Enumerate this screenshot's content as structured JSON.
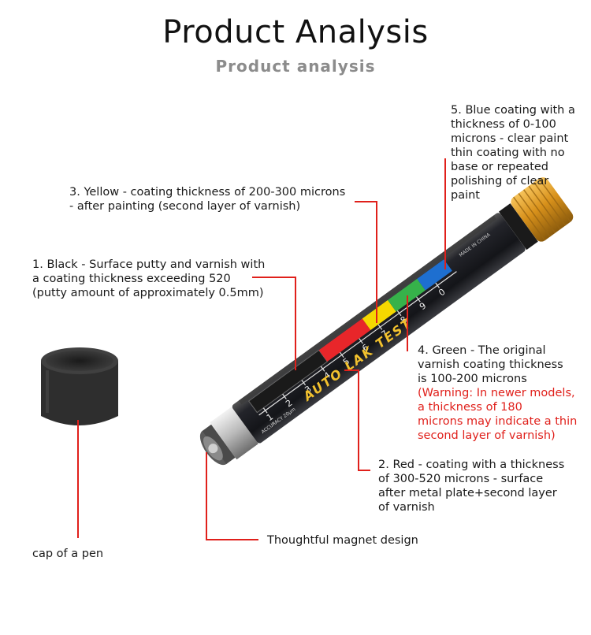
{
  "header": {
    "title": "Product Analysis",
    "subtitle": "Product analysis"
  },
  "annotations": {
    "blue": "5. Blue coating with a\nthickness of 0-100\nmicrons - clear paint\nthin coating with no\nbase or repeated\npolishing of clear\npaint",
    "yellow": "3. Yellow - coating thickness of 200-300 microns\n- after painting (second layer of varnish)",
    "black": "1. Black - Surface putty and varnish with\na coating thickness exceeding 520\n(putty amount of approximately 0.5mm)",
    "green": "4. Green - The original\nvarnish coating thickness\nis 100-200 microns",
    "green_warning": "(Warning: In newer models,\n a thickness of 180\nmicrons may indicate a thin\nsecond layer of varnish)",
    "red": "2. Red - coating with a thickness\n of 300-520 microns - surface\nafter metal plate+second layer\nof varnish",
    "magnet": "Thoughtful magnet design",
    "cap": "cap of a pen"
  },
  "pen": {
    "brand_text": "AUTO LAK TEST",
    "made_in": "MADE IN CHINA",
    "accuracy": "ACCURACY 20μm",
    "scale_numbers": [
      "1",
      "2",
      "3",
      "4",
      "5",
      "6",
      "7",
      "8",
      "9",
      "0"
    ]
  },
  "colors": {
    "leader_line": "#e0201b",
    "warning_text": "#e0201b",
    "band_black": "#1a1a1a",
    "band_red": "#e8262a",
    "band_yellow": "#f5d800",
    "band_green": "#36b24a",
    "band_blue": "#1e6fd0",
    "pen_body": "#1c1d22",
    "pen_cap_gold": "#d89a1e",
    "cap_black": "#2b2b2b"
  }
}
